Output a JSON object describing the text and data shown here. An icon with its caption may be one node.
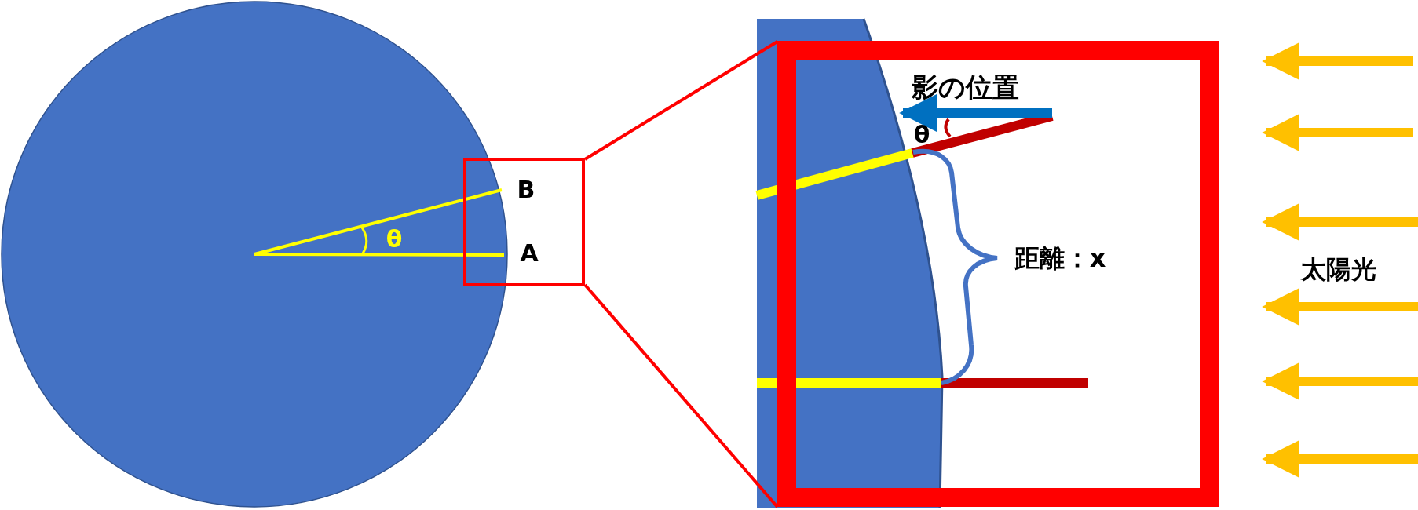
{
  "diagram": {
    "nodes": [
      {
        "text": [],
        "shape": "circle"
      },
      {
        "text": [],
        "shape": "box"
      },
      {
        "text": [],
        "shape": "box"
      }
    ],
    "edges": [
      {
        "from": 1,
        "to": 2,
        "arrow": "none"
      },
      {
        "from": 1,
        "to": 2,
        "arrow": "none"
      }
    ],
    "labels": [
      "B",
      "A",
      "θ",
      "影の位置",
      "θ",
      "距離：x",
      "太陽光"
    ]
  }
}
